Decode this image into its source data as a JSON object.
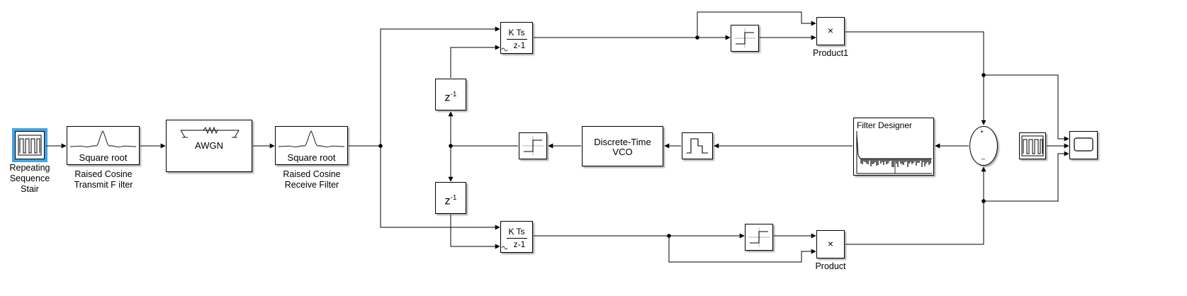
{
  "blocks": {
    "repeating_sequence": {
      "label_lines": [
        "Repeating",
        "Sequence",
        "Stair"
      ]
    },
    "tx_filter": {
      "text": "Square root",
      "label_lines": [
        "Raised Cosine",
        "Transmit F ilter"
      ]
    },
    "awgn": {
      "text": "AWGN"
    },
    "rx_filter": {
      "text": "Square root",
      "label_lines": [
        "Raised Cosine",
        "Receive  Filter"
      ]
    },
    "delay_top": {
      "base": "z",
      "exp": "-1"
    },
    "delay_bottom": {
      "base": "z",
      "exp": "-1"
    },
    "integrator_top": {
      "num": "K Ts",
      "den": "z-1"
    },
    "integrator_bottom": {
      "num": "K Ts",
      "den": "z-1"
    },
    "product1": {
      "symbol": "×",
      "label": "Product1"
    },
    "product": {
      "symbol": "×",
      "label": "Product"
    },
    "vco": {
      "line1": "Discrete-Time",
      "line2": "VCO"
    },
    "filter_designer": {
      "title": "Filter Designer"
    },
    "sum": {
      "plus": "+",
      "minus": "–"
    }
  },
  "colors": {
    "selection": "#3fa5ea",
    "line": "#000000",
    "block_bg": "#ffffff"
  }
}
